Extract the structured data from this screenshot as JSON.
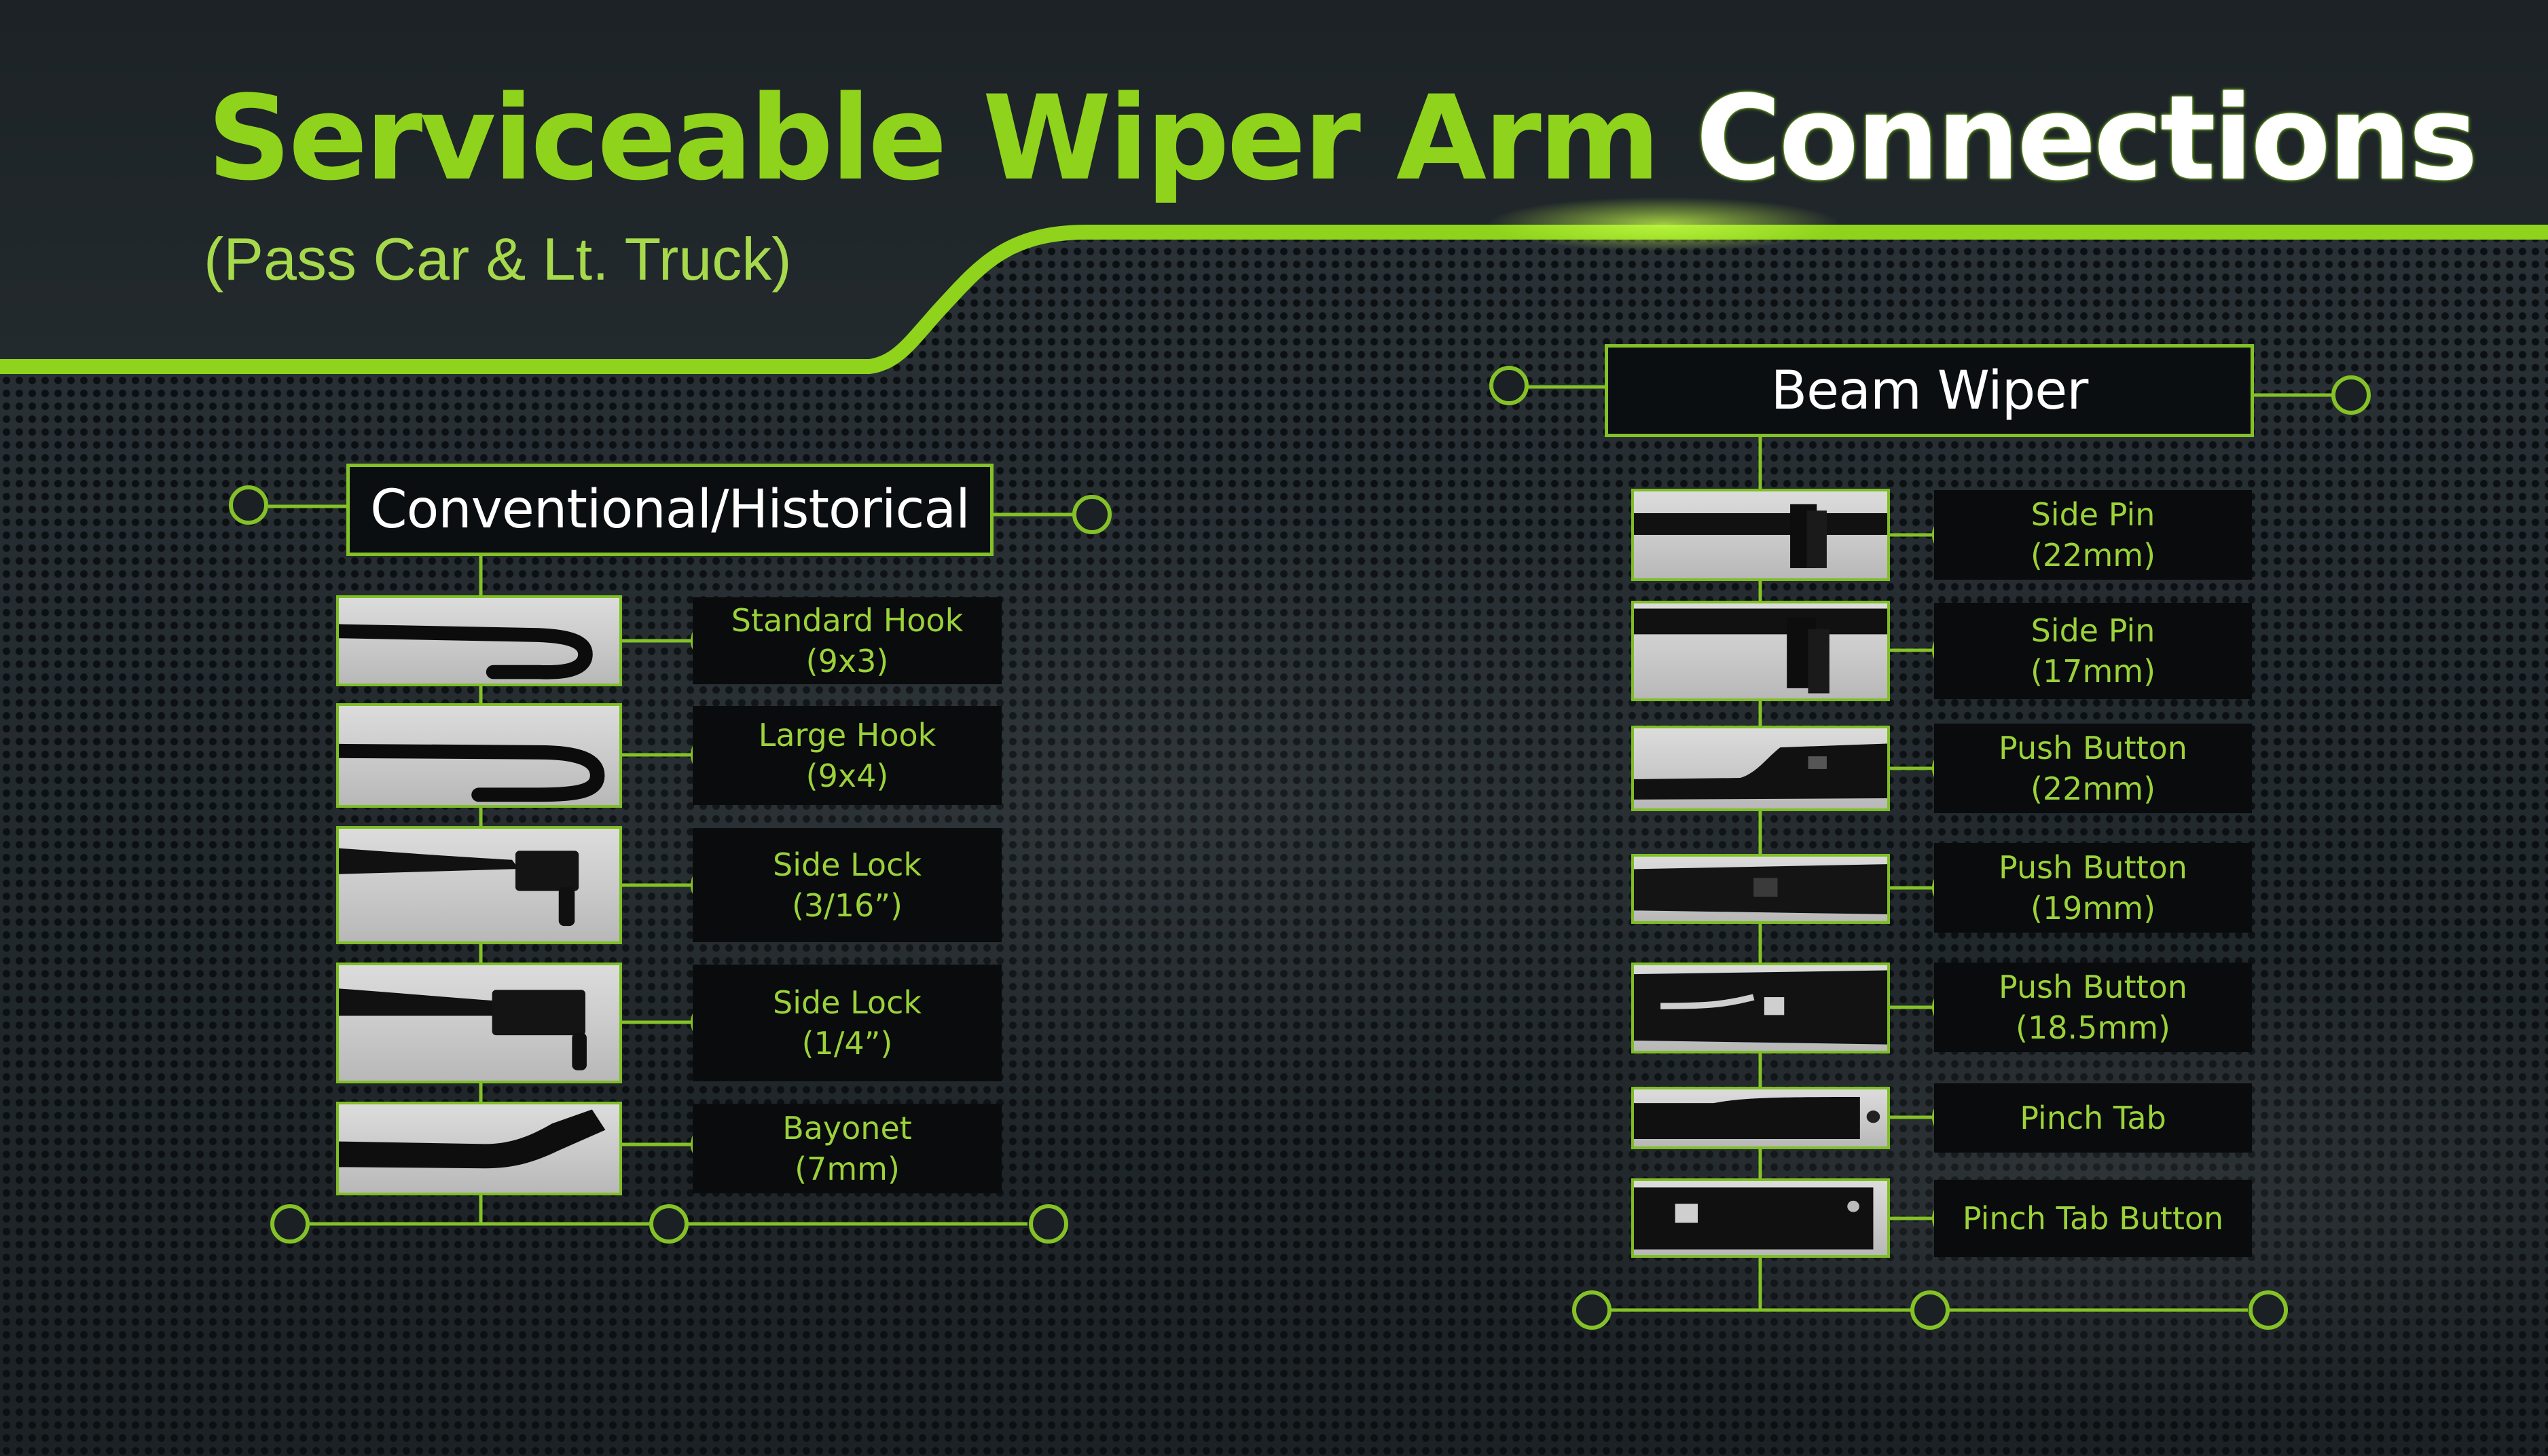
{
  "header": {
    "title_part1": "Serviceable Wiper Arm",
    "title_part2": "Connections",
    "subtitle": "(Pass Car & Lt. Truck)"
  },
  "colors": {
    "accent_green": "#8fd31c",
    "line_green": "#84c227",
    "label_green": "#9bd23a",
    "background": "#242c31"
  },
  "conventional": {
    "heading": "Conventional/Historical",
    "items": [
      {
        "name": "Standard Hook",
        "size": "(9x3)",
        "icon": "hook-connector-icon"
      },
      {
        "name": "Large Hook",
        "size": "(9x4)",
        "icon": "hook-connector-icon"
      },
      {
        "name": "Side Lock",
        "size": "(3/16”)",
        "icon": "side-lock-connector-icon"
      },
      {
        "name": "Side Lock",
        "size": "(1/4”)",
        "icon": "side-lock-connector-icon"
      },
      {
        "name": "Bayonet",
        "size": "(7mm)",
        "icon": "bayonet-connector-icon"
      }
    ]
  },
  "beam": {
    "heading": "Beam Wiper",
    "items": [
      {
        "name": "Side Pin",
        "size": "(22mm)",
        "icon": "side-pin-connector-icon"
      },
      {
        "name": "Side Pin",
        "size": "(17mm)",
        "icon": "side-pin-connector-icon"
      },
      {
        "name": "Push Button",
        "size": "(22mm)",
        "icon": "push-button-connector-icon"
      },
      {
        "name": "Push Button",
        "size": "(19mm)",
        "icon": "push-button-connector-icon"
      },
      {
        "name": "Push Button",
        "size": "(18.5mm)",
        "icon": "push-button-connector-icon"
      },
      {
        "name": "Pinch Tab",
        "size": "",
        "icon": "pinch-tab-connector-icon"
      },
      {
        "name": "Pinch Tab Button",
        "size": "",
        "icon": "pinch-tab-button-connector-icon"
      }
    ]
  }
}
